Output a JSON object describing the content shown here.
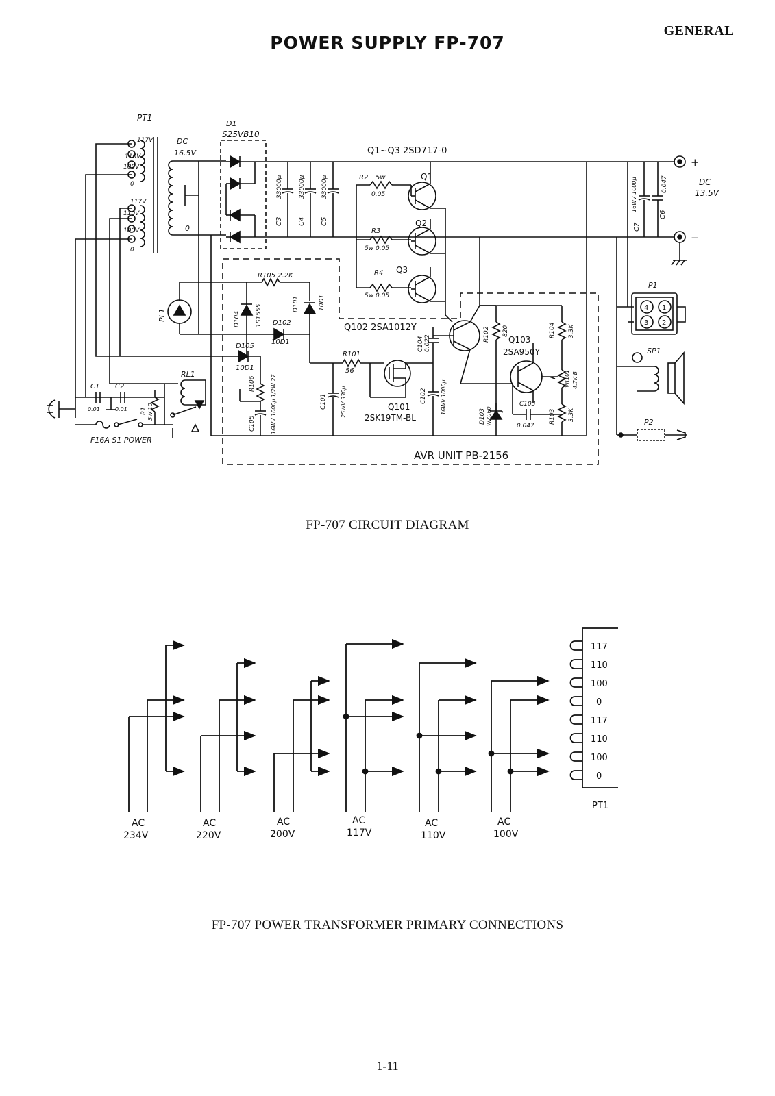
{
  "header": {
    "section_label": "GENERAL",
    "title": "POWER SUPPLY FP-707",
    "page_number": "1-11"
  },
  "circuit": {
    "caption": "FP-707 CIRCUIT DIAGRAM",
    "transformer": {
      "ref": "PT1",
      "taps_upper": [
        "117V",
        "110V",
        "100V",
        "0"
      ],
      "taps_lower": [
        "117V",
        "110V",
        "100V",
        "0"
      ],
      "dc": "DC",
      "dc_v": "16.5V",
      "zero": "0"
    },
    "rectifier": {
      "ref": "D1",
      "part": "S25VB10"
    },
    "caps": [
      {
        "ref": "C3",
        "value": "33000μ"
      },
      {
        "ref": "C4",
        "value": "33000μ"
      },
      {
        "ref": "C5",
        "value": "33000μ"
      },
      {
        "ref": "C7",
        "value": "16WV 1000μ"
      },
      {
        "ref": "C6",
        "value": "0.047"
      }
    ],
    "transistors_label": "Q1~Q3  2SD717-0",
    "pass_transistors": [
      {
        "ref": "Q1",
        "resistor": "R2",
        "value_a": "5w",
        "value_b": "0.05"
      },
      {
        "ref": "Q2",
        "resistor": "R3",
        "value_a": "5w",
        "value_b": "0.05"
      },
      {
        "ref": "Q3",
        "resistor": "R4",
        "value_a": "5w",
        "value_b": "0.05"
      }
    ],
    "output": {
      "dc": "DC",
      "voltage": "13.5V",
      "plus": "+",
      "minus": "−"
    },
    "connectors": {
      "p1": "P1",
      "p1_pins": [
        "4",
        "1",
        "3",
        "2"
      ],
      "sp1": "SP1",
      "p2": "P2"
    },
    "pilot_lamp": "PL1",
    "avr": {
      "r105": "R105  2.2K",
      "d104": "D104",
      "d104_part": "1S1555",
      "d101": "D101",
      "d101_part": "10D1",
      "d102": "D102",
      "d102_part": "10D1",
      "d105": "D105",
      "d105_part": "10D1",
      "q102": "Q102  2SA1012Y",
      "r101": "R101",
      "r101_value": "56",
      "c104": "C104",
      "c104_value": "0.022",
      "q101": "Q101",
      "q101_part": "2SK19TM-BL",
      "c101": "C101",
      "c101_value": "25WV 330μ",
      "c102": "C102",
      "c102_value": "16WV 1000μ",
      "r102": "R102",
      "r102_value": "820",
      "q103": "Q103",
      "q103_part": "2SA950Y",
      "r104": "R104",
      "r104_value": "3.3K",
      "vr101": "VR101",
      "vr101_value": "4.7K B",
      "d103": "D103",
      "d103_part": "WZ060",
      "c103": "C103",
      "c103_value": "0.047",
      "r103": "R103",
      "r103_value": "3.3K",
      "r106": "R106",
      "r106_value": "1/2W 27",
      "c105": "C105",
      "c105_value": "16WV 1000μ",
      "unit_label": "AVR UNIT   PB-2156"
    },
    "input": {
      "c1": "C1",
      "c1_value": "0.01",
      "c2": "C2",
      "c2_value": "0.01",
      "r1": "R1",
      "r1_value": "5W 10",
      "rl1": "RL1",
      "fuse_switch": "F16A  S1  POWER"
    }
  },
  "primary": {
    "caption": "FP-707 POWER TRANSFORMER PRIMARY CONNECTIONS",
    "taps": [
      "117",
      "110",
      "100",
      "0",
      "117",
      "110",
      "100",
      "0"
    ],
    "ref": "PT1",
    "configs": [
      {
        "ac": "AC",
        "voltage": "234V"
      },
      {
        "ac": "AC",
        "voltage": "220V"
      },
      {
        "ac": "AC",
        "voltage": "200V"
      },
      {
        "ac": "AC",
        "voltage": "117V"
      },
      {
        "ac": "AC",
        "voltage": "110V"
      },
      {
        "ac": "AC",
        "voltage": "100V"
      }
    ]
  }
}
